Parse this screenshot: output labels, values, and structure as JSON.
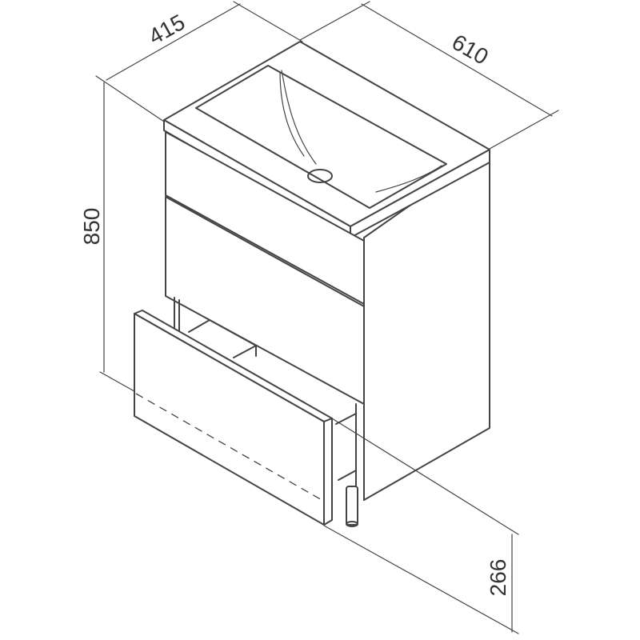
{
  "dimensions": {
    "depth": "415",
    "width": "610",
    "height": "850",
    "drawer_height": "266"
  },
  "colors": {
    "line": "#444444",
    "background": "#ffffff"
  }
}
